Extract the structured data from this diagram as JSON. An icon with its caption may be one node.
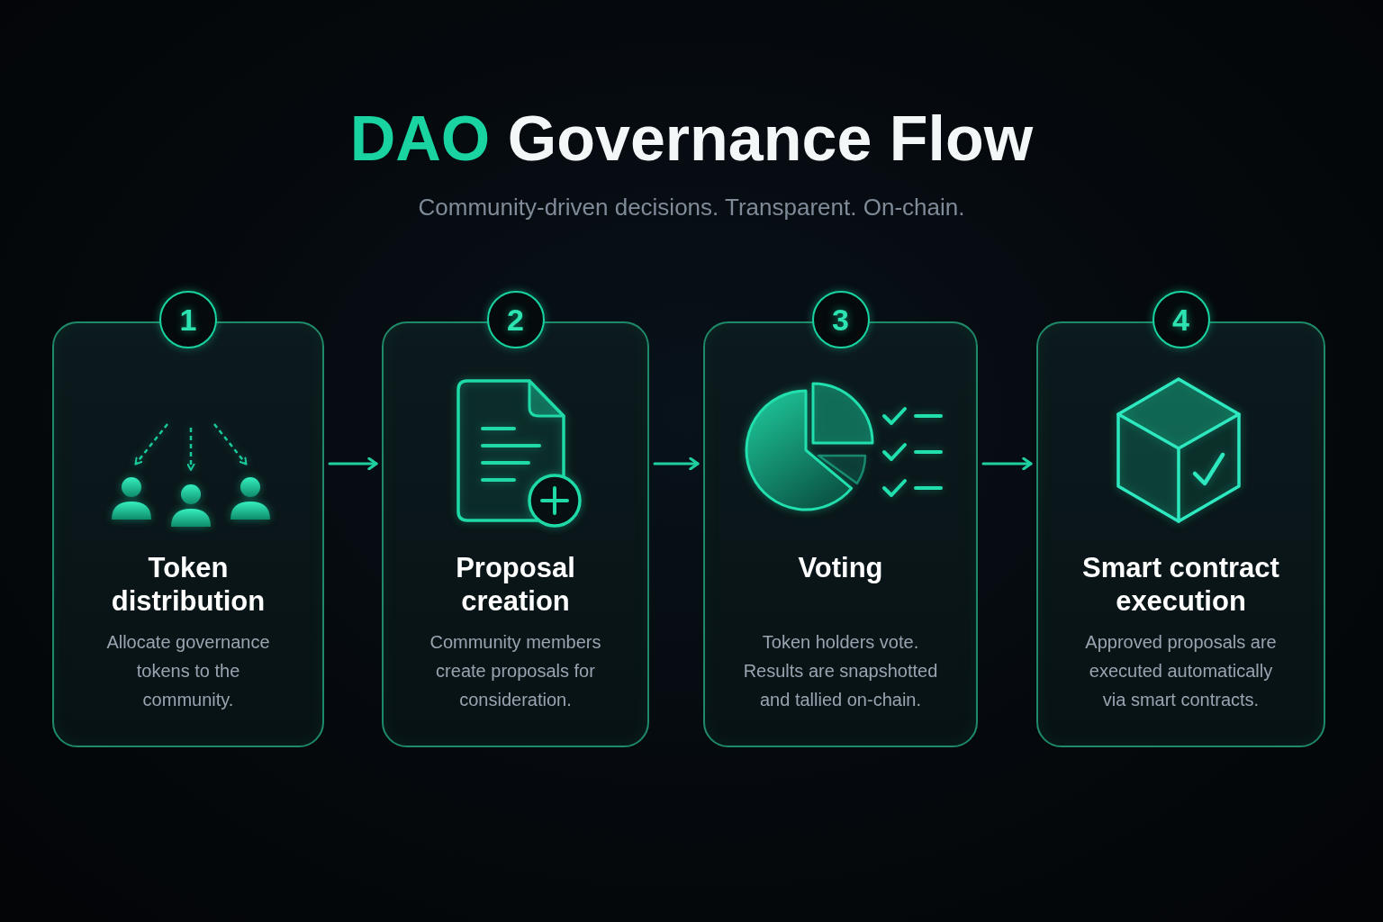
{
  "diagram": {
    "title": "**DAO** Governance Flow",
    "nodes": [
      {
        "text": [
          "1",
          "Token distribution",
          "Allocate governance tokens to the community."
        ]
      },
      {
        "text": [
          "2",
          "Proposal creation",
          "Community members create proposals for consideration."
        ]
      },
      {
        "text": [
          "3",
          "Voting",
          "Token holders vote. Results are snapshotted and tallied on-chain."
        ]
      },
      {
        "text": [
          "4",
          "Smart contract execution",
          "Approved proposals are executed automatically via smart contracts."
        ]
      }
    ],
    "edges": [
      {
        "from": 0,
        "to": 1,
        "arrow": "to"
      },
      {
        "from": 1,
        "to": 2,
        "arrow": "to"
      },
      {
        "from": 2,
        "to": 3,
        "arrow": "to"
      }
    ],
    "labels": [
      "Community-driven decisions. Transparent. On-chain."
    ]
  }
}
